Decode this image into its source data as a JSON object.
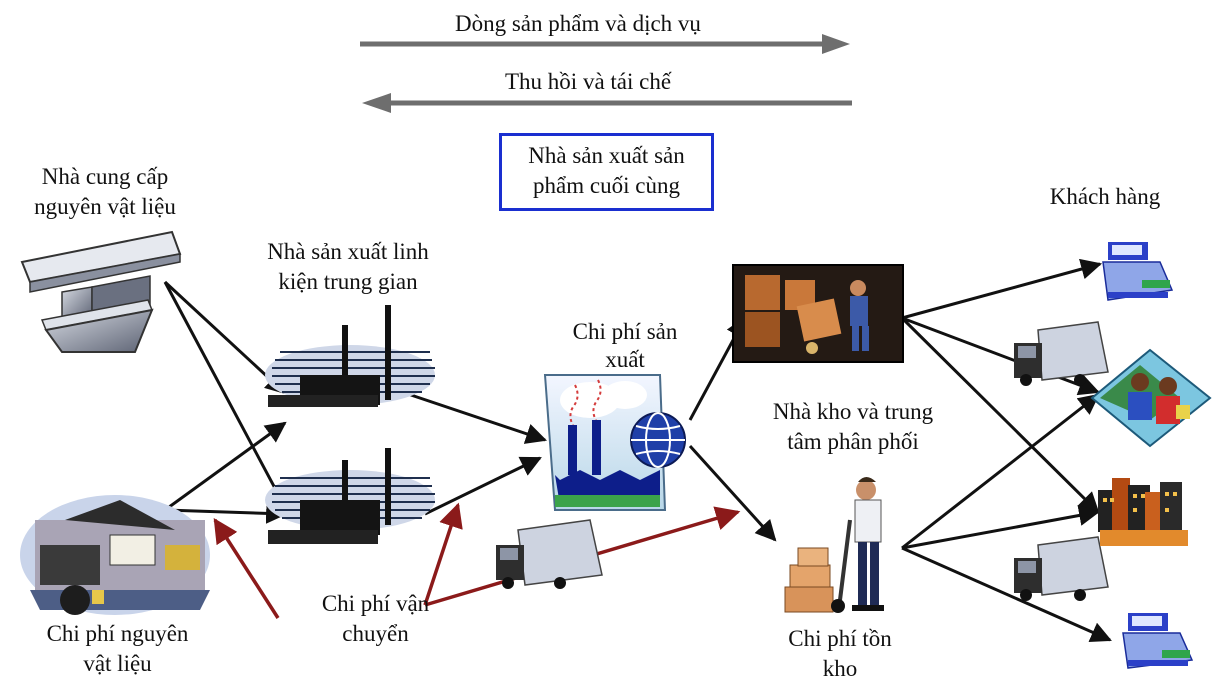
{
  "legend": {
    "forward_flow": "Dòng sản phẩm và dịch vụ",
    "reverse_flow": "Thu hồi và tái chế"
  },
  "nodes": {
    "final_manufacturer": [
      "Nhà sản xuất sản",
      "phẩm cuối cùng"
    ],
    "raw_supplier": [
      "Nhà cung cấp",
      "nguyên vật liệu"
    ],
    "intermediate_manufacturer": [
      "Nhà sản xuất linh",
      "kiện trung gian"
    ],
    "customers": "Khách hàng",
    "warehouse": [
      "Nhà kho và trung",
      "tâm phân phối"
    ]
  },
  "costs": {
    "production": [
      "Chi phí sản",
      "xuất"
    ],
    "raw_material": [
      "Chi phí nguyên",
      "vật liệu"
    ],
    "transport": [
      "Chi phí vận",
      "chuyển"
    ],
    "inventory": [
      "Chi phí tồn",
      "kho"
    ]
  },
  "icons": {
    "steel_beam": "steel-beam-icon",
    "mine": "mining-plant-icon",
    "factory": "factory-icon",
    "final_plant": "final-plant-icon",
    "globe": "globe-icon",
    "truck": "truck-icon",
    "warehouse_worker": "warehouse-worker-icon",
    "hand_truck_worker": "hand-truck-worker-icon",
    "cash_register": "cash-register-icon",
    "family": "family-icon",
    "city": "city-icon"
  },
  "colors": {
    "black_arrow": "#111111",
    "gray_arrow": "#6e6e6e",
    "red_arrow": "#8b1a1a",
    "box_border": "#1a2fd0"
  }
}
